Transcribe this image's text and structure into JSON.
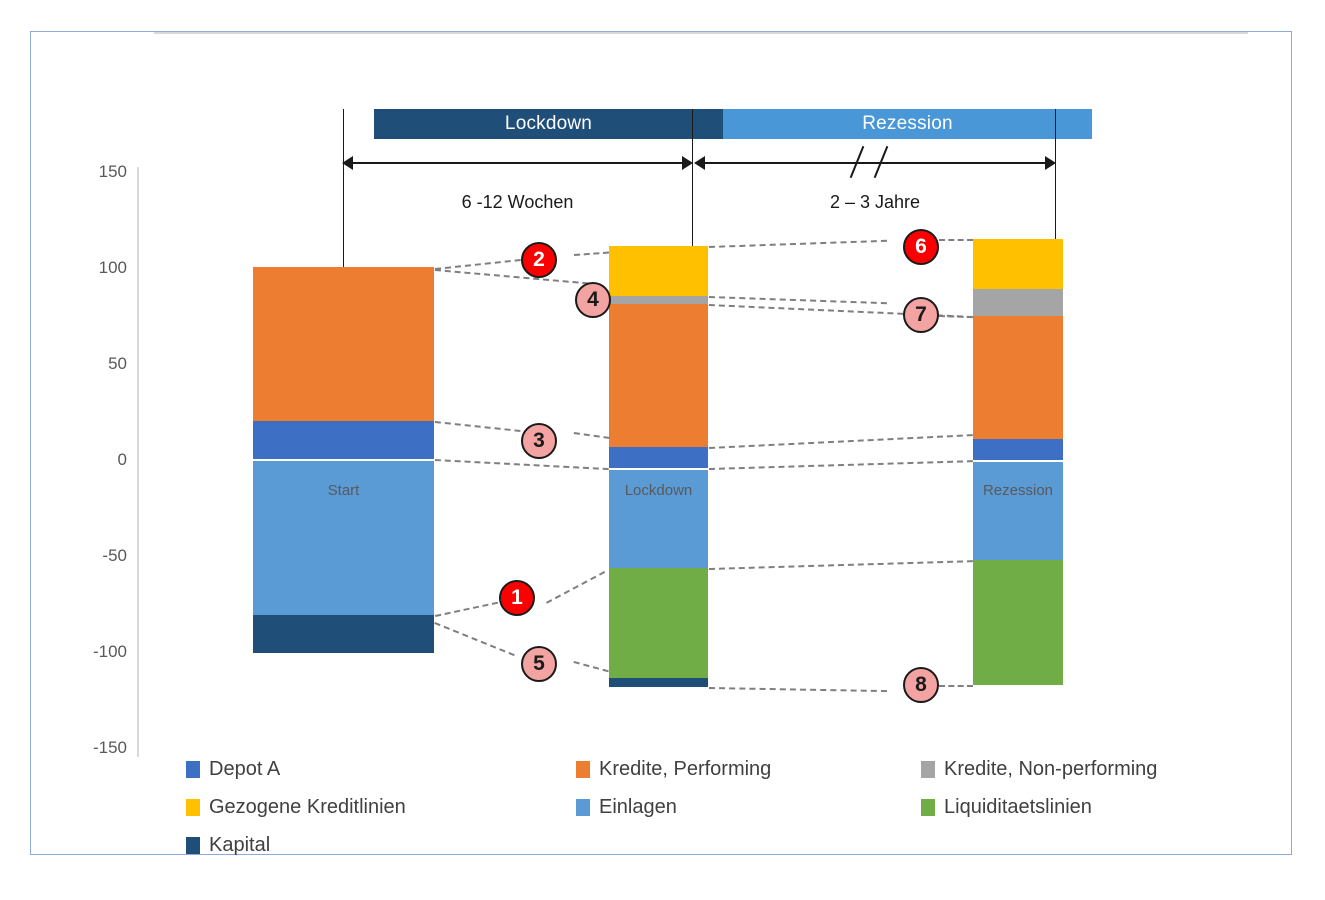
{
  "timeline": {
    "phases": [
      {
        "label": "Lockdown",
        "color": "#1f4e79"
      },
      {
        "label": "Rezession",
        "color": "#4a97d8"
      }
    ],
    "durations": [
      {
        "label": "6 -12 Wochen"
      },
      {
        "label": "2 – 3 Jahre"
      }
    ],
    "break_marker": "//"
  },
  "chart_data": {
    "type": "bar",
    "subtype": "stacked-diverging",
    "title": "",
    "xlabel": "",
    "ylabel": "",
    "ylim": [
      -150,
      150
    ],
    "yticks": [
      150,
      100,
      50,
      0,
      -50,
      -100,
      -150
    ],
    "ytick_labels": [
      "150",
      "100",
      "50",
      "0",
      "-50",
      "-100",
      "-150"
    ],
    "grid": false,
    "legend_position": "bottom",
    "categories": [
      "Start",
      "Lockdown",
      "Rezession"
    ],
    "series": [
      {
        "name": "Depot A",
        "color": "#3d6fc4",
        "side": "assets",
        "values": [
          20,
          11,
          11
        ]
      },
      {
        "name": "Kredite, Performing",
        "color": "#ed7d31",
        "side": "assets",
        "values": [
          80,
          74,
          64
        ]
      },
      {
        "name": "Kredite, Non-performing",
        "color": "#a5a5a5",
        "side": "assets",
        "values": [
          0,
          4,
          14
        ]
      },
      {
        "name": "Gezogene Kreditlinien",
        "color": "#ffc000",
        "side": "assets",
        "values": [
          0,
          26,
          26
        ]
      },
      {
        "name": "Einlagen",
        "color": "#5b9bd5",
        "side": "liabilities",
        "values": [
          -80,
          -51,
          -51
        ]
      },
      {
        "name": "Liquiditaetslinien",
        "color": "#70ad47",
        "side": "liabilities",
        "values": [
          0,
          -57,
          -65
        ]
      },
      {
        "name": "Kapital",
        "color": "#1f4e79",
        "side": "liabilities",
        "values": [
          -20,
          -4,
          0
        ]
      }
    ],
    "bar_totals_assets": [
      100,
      111,
      115
    ],
    "bar_totals_liabilities": [
      -100,
      -112,
      -116
    ],
    "bar_inner_labels": [
      "Start",
      "Lockdown",
      "Rezession"
    ]
  },
  "legend": {
    "items": [
      {
        "label": "Depot A",
        "color": "#3d6fc4"
      },
      {
        "label": "Kredite, Performing",
        "color": "#ed7d31"
      },
      {
        "label": "Kredite, Non-performing",
        "color": "#a5a5a5"
      },
      {
        "label": "Gezogene Kreditlinien",
        "color": "#ffc000"
      },
      {
        "label": "Einlagen",
        "color": "#5b9bd5"
      },
      {
        "label": "Liquiditaetslinien",
        "color": "#70ad47"
      },
      {
        "label": "Kapital",
        "color": "#1f4e79"
      }
    ]
  },
  "callouts": [
    {
      "id": "1",
      "label": "1",
      "style": "solid"
    },
    {
      "id": "2",
      "label": "2",
      "style": "solid"
    },
    {
      "id": "3",
      "label": "3",
      "style": "pale"
    },
    {
      "id": "4",
      "label": "4",
      "style": "pale"
    },
    {
      "id": "5",
      "label": "5",
      "style": "pale"
    },
    {
      "id": "6",
      "label": "6",
      "style": "solid"
    },
    {
      "id": "7",
      "label": "7",
      "style": "pale"
    },
    {
      "id": "8",
      "label": "8",
      "style": "pale"
    }
  ],
  "colors": {
    "frame_border": "#8eaadb",
    "axis_text": "#595959",
    "zero_line": "#d9d9d9",
    "connector": "#7f7f7f",
    "callout_solid": "#fa0000",
    "callout_pale": "#f4a3a3"
  }
}
